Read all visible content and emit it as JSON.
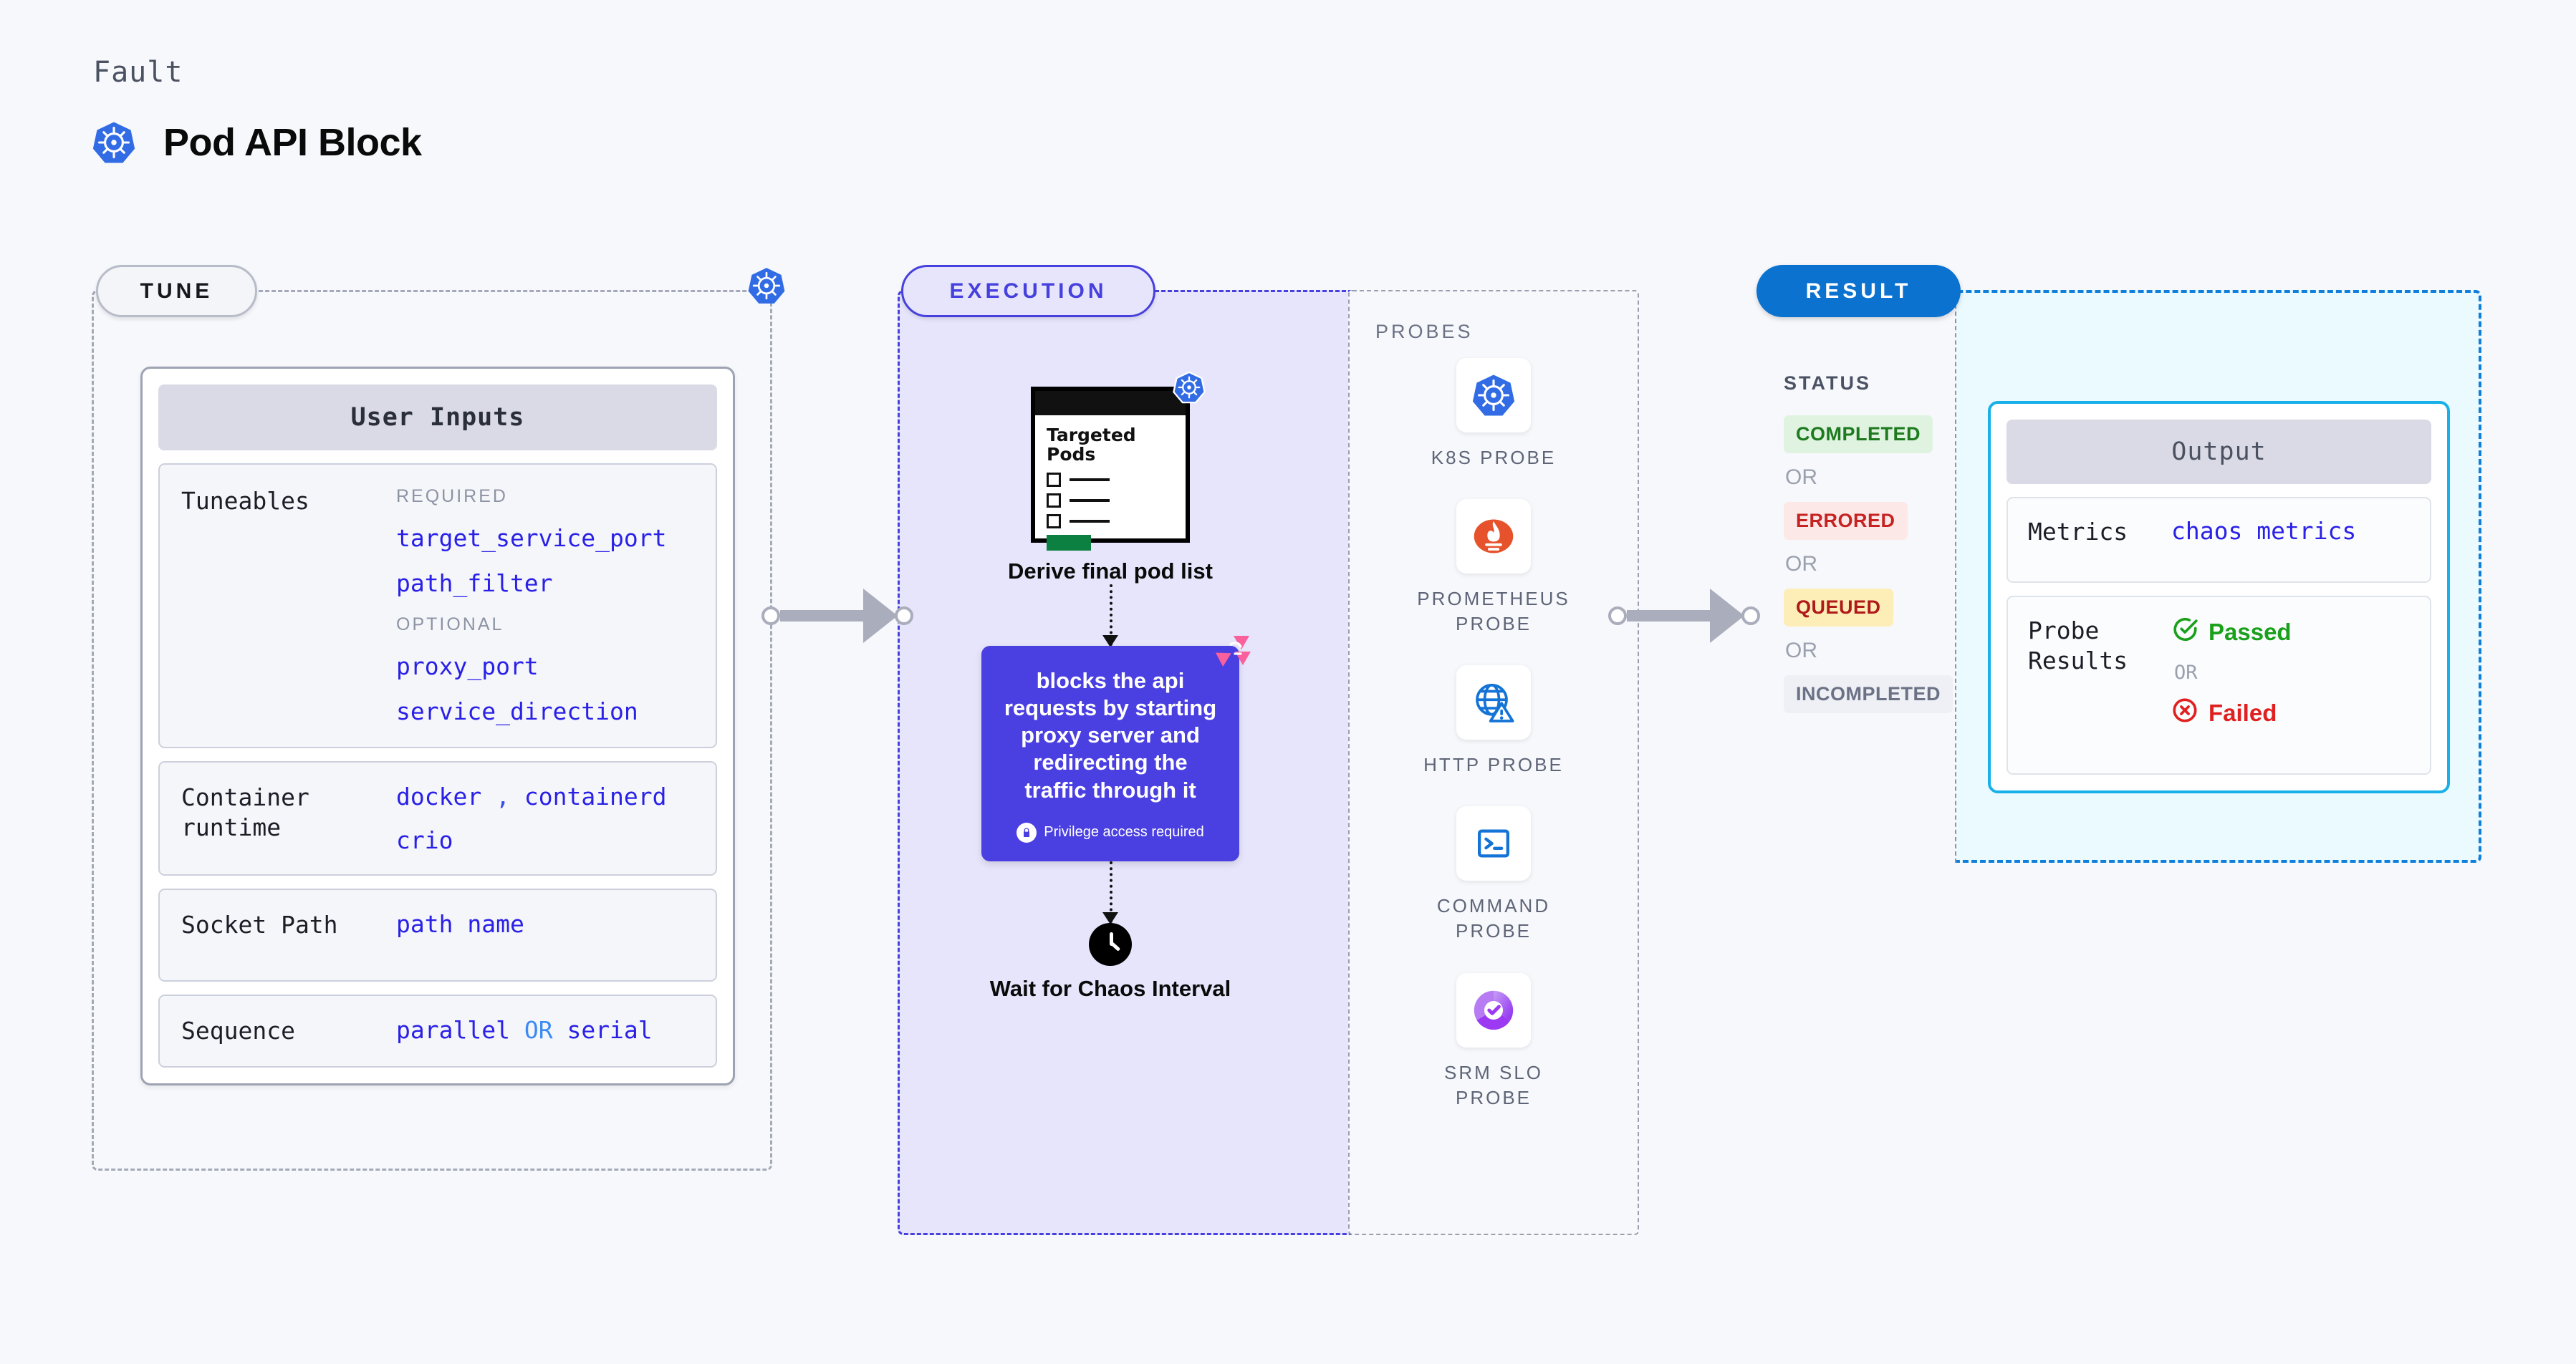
{
  "header": {
    "kicker": "Fault",
    "title": "Pod API Block",
    "logo_icon": "kubernetes-icon"
  },
  "sections": {
    "tune": {
      "label": "TUNE"
    },
    "execution": {
      "label": "EXECUTION"
    },
    "result": {
      "label": "RESULT"
    }
  },
  "tune": {
    "card_title": "User Inputs",
    "rows": [
      {
        "label": "Tuneables",
        "groups": [
          {
            "heading": "REQUIRED",
            "values": [
              "target_service_port",
              "path_filter"
            ]
          },
          {
            "heading": "OPTIONAL",
            "values": [
              "proxy_port",
              "service_direction"
            ]
          }
        ]
      },
      {
        "label": "Container runtime",
        "values": [
          "docker",
          ",",
          "containerd",
          "crio"
        ]
      },
      {
        "label": "Socket Path",
        "values": [
          "path name"
        ]
      },
      {
        "label": "Sequence",
        "values": [
          "parallel",
          "OR",
          "serial"
        ]
      }
    ],
    "row1_label": "Tuneables",
    "req_heading": "REQUIRED",
    "req_v1": "target_service_port",
    "req_v2": "path_filter",
    "opt_heading": "OPTIONAL",
    "opt_v1": "proxy_port",
    "opt_v2": "service_direction",
    "row2_label": "Container runtime",
    "row2_v1": "docker",
    "row2_sep": ",",
    "row2_v2": "containerd",
    "row2_v3": "crio",
    "row3_label": "Socket Path",
    "row3_v1": "path name",
    "row4_label": "Sequence",
    "row4_v1": "parallel",
    "row4_or": "OR",
    "row4_v2": "serial"
  },
  "execution": {
    "pods_card": {
      "title_line1": "Targeted",
      "title_line2": "Pods",
      "badge_icon": "kubernetes-icon"
    },
    "node1_caption": "Derive final pod list",
    "action": {
      "text": "blocks the api requests by starting proxy server and redirecting the traffic through it",
      "privilege_note": "Privilege access required",
      "privilege_icon": "lock-icon",
      "corner_icon": "chaos-icon",
      "bg_color": "#4a3fe0"
    },
    "node3_caption": "Wait for Chaos Interval",
    "node3_icon": "clock-icon"
  },
  "probes": {
    "title": "PROBES",
    "items": [
      {
        "label": "K8S PROBE",
        "icon": "kubernetes-icon"
      },
      {
        "label": "PROMETHEUS PROBE",
        "icon": "prometheus-icon"
      },
      {
        "label": "HTTP PROBE",
        "icon": "http-globe-warning-icon"
      },
      {
        "label": "COMMAND PROBE",
        "icon": "terminal-icon"
      },
      {
        "label": "SRM SLO PROBE",
        "icon": "srm-slo-icon"
      }
    ],
    "item0_label": "K8S PROBE",
    "item1_label": "PROMETHEUS PROBE",
    "item2_label": "HTTP PROBE",
    "item3_label": "COMMAND PROBE",
    "item4_label": "SRM SLO PROBE"
  },
  "result": {
    "status_title": "STATUS",
    "or_label": "OR",
    "statuses": [
      {
        "label": "COMPLETED",
        "bg": "#dff3e0",
        "fg": "#1e7a1e"
      },
      {
        "label": "ERRORED",
        "bg": "#fde8e8",
        "fg": "#c62222"
      },
      {
        "label": "QUEUED",
        "bg": "#fdeeb8",
        "fg": "#b0191a"
      },
      {
        "label": "INCOMPLETED",
        "bg": "#eef0f5",
        "fg": "#6b7285"
      }
    ],
    "s0": "COMPLETED",
    "s1": "ERRORED",
    "s2": "QUEUED",
    "s3": "INCOMPLETED",
    "output": {
      "card_title": "Output",
      "metrics_label": "Metrics",
      "metrics_value": "chaos metrics",
      "probe_results_label": "Probe Results",
      "passed_label": "Passed",
      "failed_label": "Failed",
      "or_label": "OR",
      "passed_icon": "check-circle-icon",
      "failed_icon": "x-circle-icon"
    }
  },
  "colors": {
    "page_bg": "#f7f8fc",
    "tune_border": "#a3a9b8",
    "exec_border": "#4640de",
    "exec_bg": "#e6e5fb",
    "result_border": "#0f7fdb",
    "result_bg": "#ebfaff",
    "accent_blue": "#2a21e6",
    "k8s_blue": "#326ce5"
  }
}
